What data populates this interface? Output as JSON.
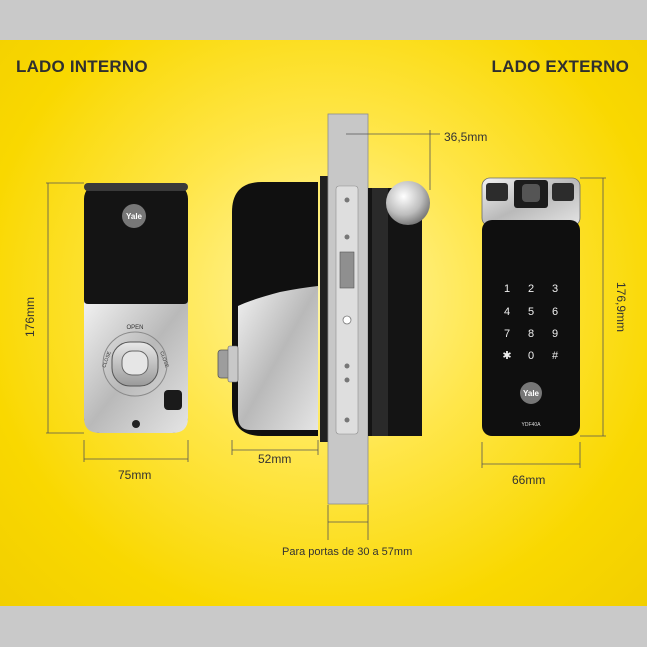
{
  "headings": {
    "interior": "LADO INTERNO",
    "exterior": "LADO EXTERNO"
  },
  "dimensions": {
    "interior_height": "176mm",
    "interior_width": "75mm",
    "side_depth": "52mm",
    "latch_offset": "36,5mm",
    "exterior_height": "176,9mm",
    "exterior_width": "66mm"
  },
  "note": "Para portas de 30 a 57mm",
  "device_text": {
    "brand": "Yale",
    "open": "OPEN",
    "close_left": "CLOSE",
    "close_right": "CLOSE",
    "model": "YDF40A"
  },
  "keypad": [
    "1",
    "2",
    "3",
    "4",
    "5",
    "6",
    "7",
    "8",
    "9",
    "✱",
    "0",
    "#"
  ],
  "colors": {
    "background_yellow": "#f9d800",
    "band_gray": "#c9c9c9",
    "lock_black": "#111111",
    "metal": "#bdbdbd"
  },
  "icons": [
    "fingerprint-icon",
    "battery-icon",
    "keyhole-icon"
  ]
}
